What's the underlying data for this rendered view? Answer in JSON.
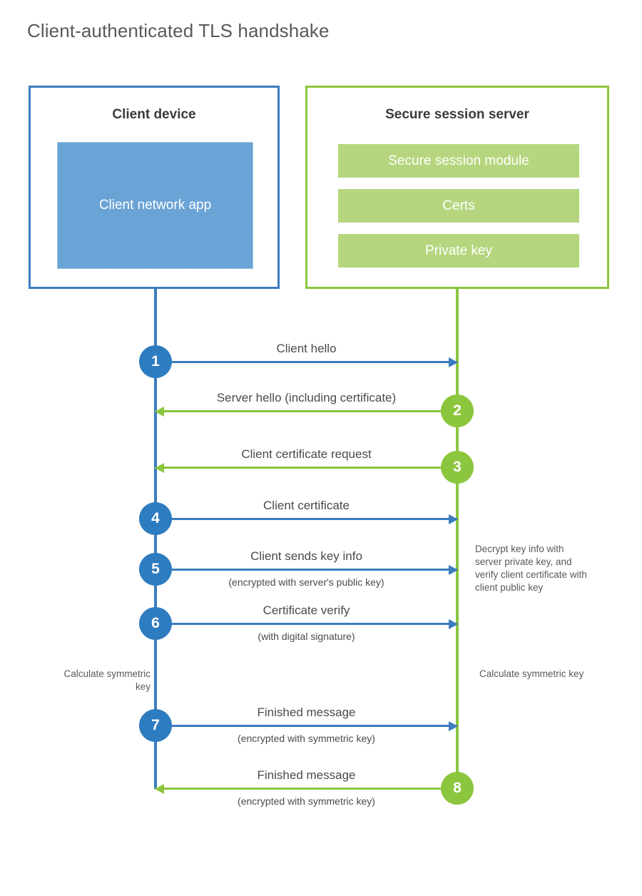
{
  "title": "Client-authenticated TLS handshake",
  "colors": {
    "client_blue": "#3b7cc0",
    "client_circle_blue": "#2e7cc0",
    "client_app_fill": "#6aa3d5",
    "server_green": "#8cc63e",
    "server_bar_fill": "#b5d67e",
    "title_text": "#58595b",
    "body_text": "#4a4a4c"
  },
  "client": {
    "title": "Client device",
    "app_label": "Client network app"
  },
  "server": {
    "title": "Secure session server",
    "bars": [
      {
        "label": "Secure session module"
      },
      {
        "label": "Certs"
      },
      {
        "label": "Private key"
      }
    ]
  },
  "steps": [
    {
      "number": "1",
      "label": "Client hello",
      "sublabel": "",
      "direction": "client-to-server",
      "side": "client"
    },
    {
      "number": "2",
      "label": "Server hello (including certificate)",
      "sublabel": "",
      "direction": "server-to-client",
      "side": "server"
    },
    {
      "number": "3",
      "label": "Client certificate request",
      "sublabel": "",
      "direction": "server-to-client",
      "side": "server"
    },
    {
      "number": "4",
      "label": "Client certificate",
      "sublabel": "",
      "direction": "client-to-server",
      "side": "client"
    },
    {
      "number": "5",
      "label": "Client sends key info",
      "sublabel": "(encrypted with server's public key)",
      "direction": "client-to-server",
      "side": "client"
    },
    {
      "number": "6",
      "label": "Certificate verify",
      "sublabel": "(with digital signature)",
      "direction": "client-to-server",
      "side": "client"
    },
    {
      "number": "7",
      "label": "Finished message",
      "sublabel": "(encrypted with symmetric key)",
      "direction": "client-to-server",
      "side": "client"
    },
    {
      "number": "8",
      "label": "Finished message",
      "sublabel": "(encrypted with symmetric key)",
      "direction": "server-to-client",
      "side": "server"
    }
  ],
  "notes": {
    "server_decrypt": "Decrypt key info with server private key, and verify client certificate with client public key",
    "client_calculate": "Calculate symmetric key",
    "server_calculate": "Calculate symmetric key"
  }
}
